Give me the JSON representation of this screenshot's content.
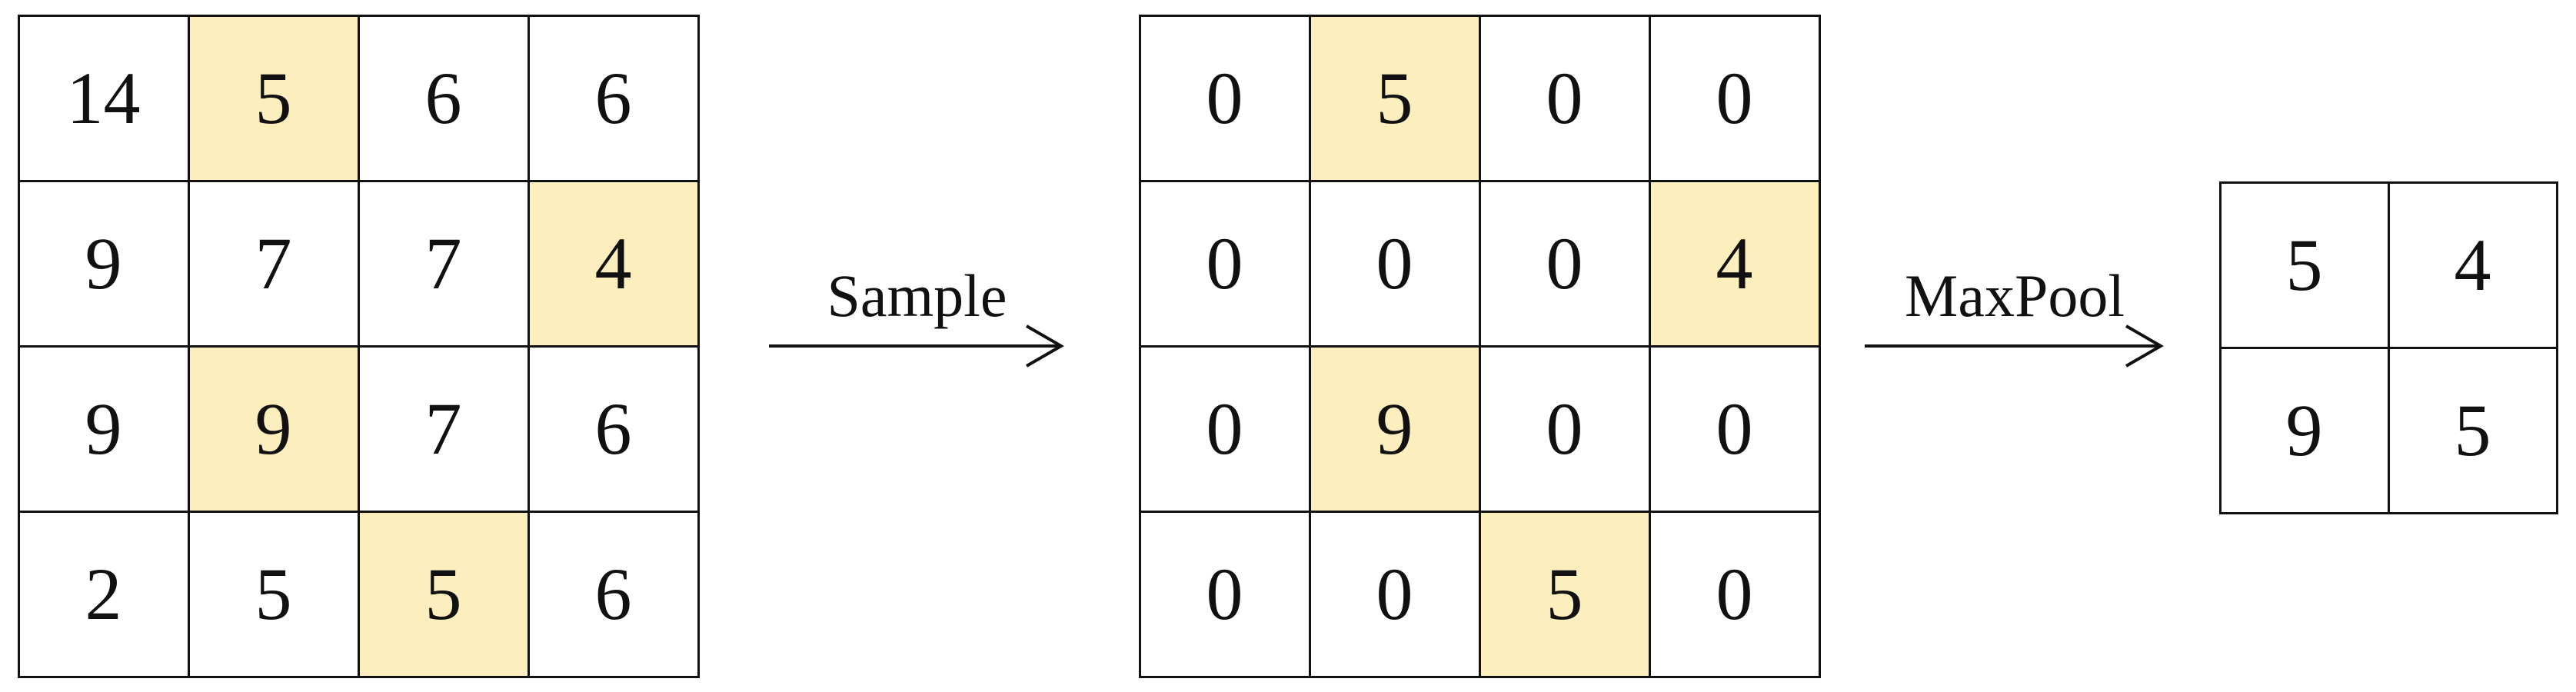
{
  "input_grid": {
    "values": [
      [
        "14",
        "5",
        "6",
        "6"
      ],
      [
        "9",
        "7",
        "7",
        "4"
      ],
      [
        "9",
        "9",
        "7",
        "6"
      ],
      [
        "2",
        "5",
        "5",
        "6"
      ]
    ],
    "highlighted": [
      [
        0,
        1
      ],
      [
        1,
        3
      ],
      [
        2,
        1
      ],
      [
        3,
        2
      ]
    ]
  },
  "sampled_grid": {
    "values": [
      [
        "0",
        "5",
        "0",
        "0"
      ],
      [
        "0",
        "0",
        "0",
        "4"
      ],
      [
        "0",
        "9",
        "0",
        "0"
      ],
      [
        "0",
        "0",
        "5",
        "0"
      ]
    ],
    "highlighted": [
      [
        0,
        1
      ],
      [
        1,
        3
      ],
      [
        2,
        1
      ],
      [
        3,
        2
      ]
    ]
  },
  "output_grid": {
    "values": [
      [
        "5",
        "4"
      ],
      [
        "9",
        "5"
      ]
    ],
    "highlighted": []
  },
  "arrows": {
    "sample_label": "Sample",
    "maxpool_label": "MaxPool"
  },
  "colors": {
    "highlight": "#fdeebd",
    "line": "#111111"
  }
}
